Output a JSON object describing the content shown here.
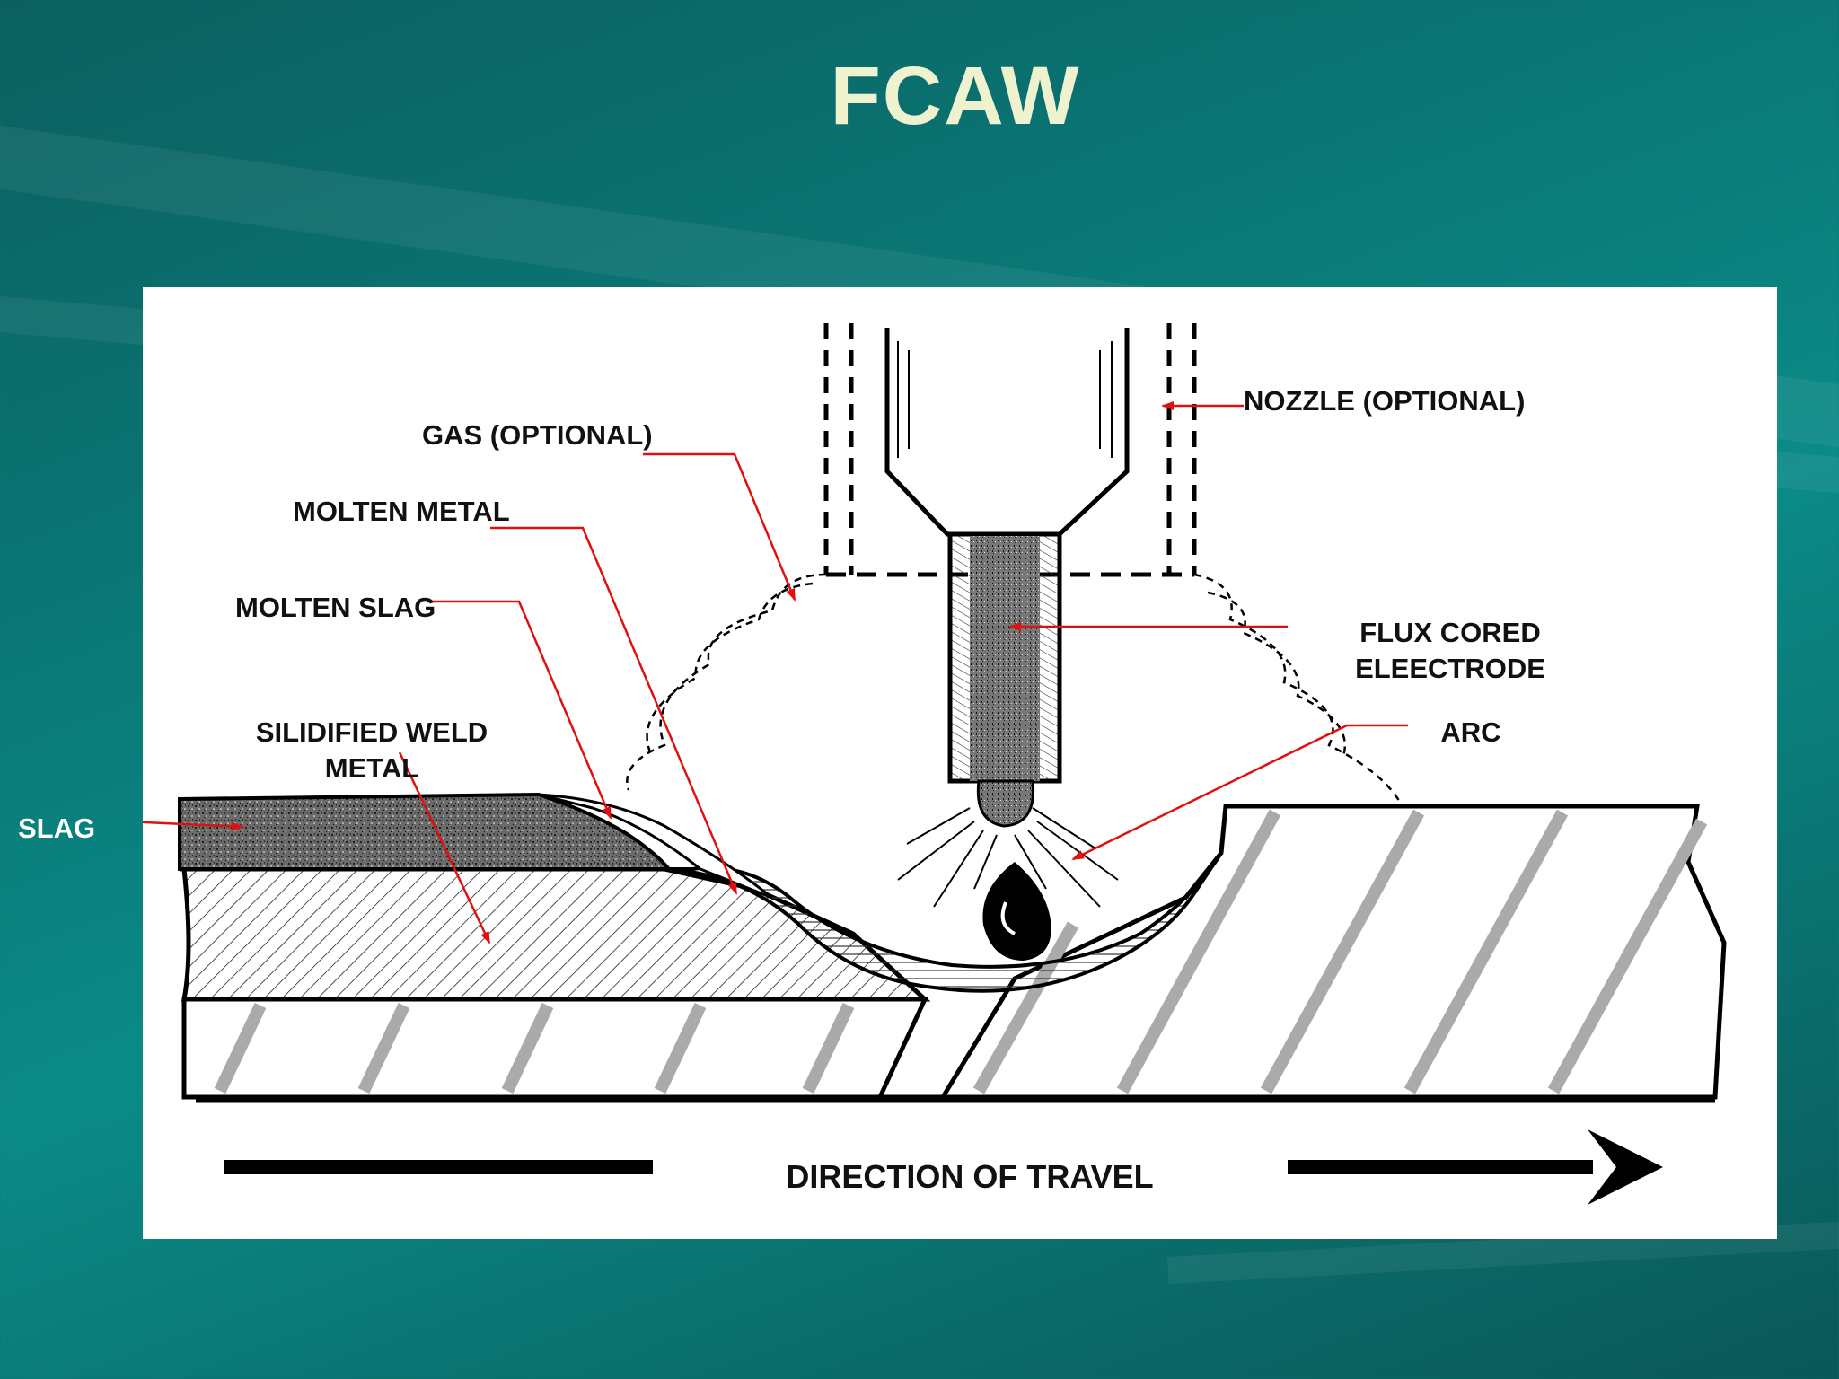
{
  "slide": {
    "title": "FCAW",
    "side_label": "SLAG"
  },
  "diagram": {
    "labels": {
      "gas": "GAS (OPTIONAL)",
      "molten_metal": "MOLTEN METAL",
      "molten_slag": "MOLTEN SLAG",
      "solidified_line1": "SILIDIFIED WELD",
      "solidified_line2": "METAL",
      "nozzle": "NOZZLE (OPTIONAL)",
      "electrode_line1": "FLUX CORED",
      "electrode_line2": "ELEECTRODE",
      "arc": "ARC",
      "direction": "DIRECTION OF TRAVEL"
    },
    "colors": {
      "pointer": "#e11010",
      "hatch": "#aaaaaa",
      "slag_fill": "#555555",
      "side_label": "#ffffff",
      "title": "#eef2cf"
    }
  }
}
